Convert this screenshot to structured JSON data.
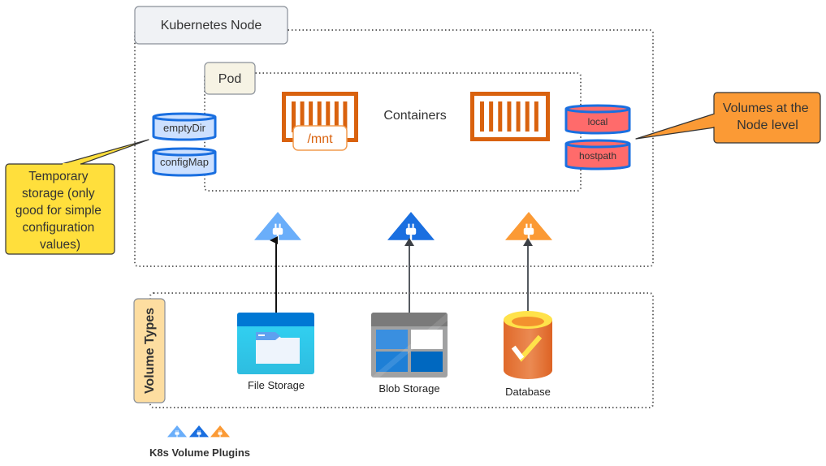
{
  "node": {
    "title": "Kubernetes Node"
  },
  "pod": {
    "title": "Pod"
  },
  "containers": {
    "label": "Containers",
    "mount_label": "/mnt"
  },
  "pod_volumes": [
    {
      "label": "emptyDir"
    },
    {
      "label": "configMap"
    }
  ],
  "node_volumes": [
    {
      "label": "local"
    },
    {
      "label": "hostpath"
    }
  ],
  "callouts": {
    "temporary": {
      "lines": [
        "Temporary",
        "storage (only",
        "good for simple",
        "configuration",
        "values)"
      ]
    },
    "node_level": {
      "lines": [
        "Volumes at the",
        "Node level"
      ]
    }
  },
  "plugins": [
    {
      "name": "file-plugin",
      "color": "#6aaefa"
    },
    {
      "name": "blob-plugin",
      "color": "#1a6fe0"
    },
    {
      "name": "database-plugin",
      "color": "#fb9a35"
    }
  ],
  "volume_types": {
    "title": "Volume Types",
    "items": [
      {
        "label": "File Storage"
      },
      {
        "label": "Blob Storage"
      },
      {
        "label": "Database"
      }
    ]
  },
  "legend": {
    "label": "K8s Volume Plugins"
  },
  "colors": {
    "container": "#d9620e",
    "pod_volume_fill": "#cce0ff",
    "pod_volume_stroke": "#1a6fe0",
    "node_volume_fill": "#ff6b6b",
    "yellow_callout": "#ffdf3c",
    "orange_callout": "#fb9a35",
    "node_label_fill": "#f0f2f5",
    "pod_label_fill": "#f6f3e4",
    "volume_types_fill": "#fddda0"
  }
}
